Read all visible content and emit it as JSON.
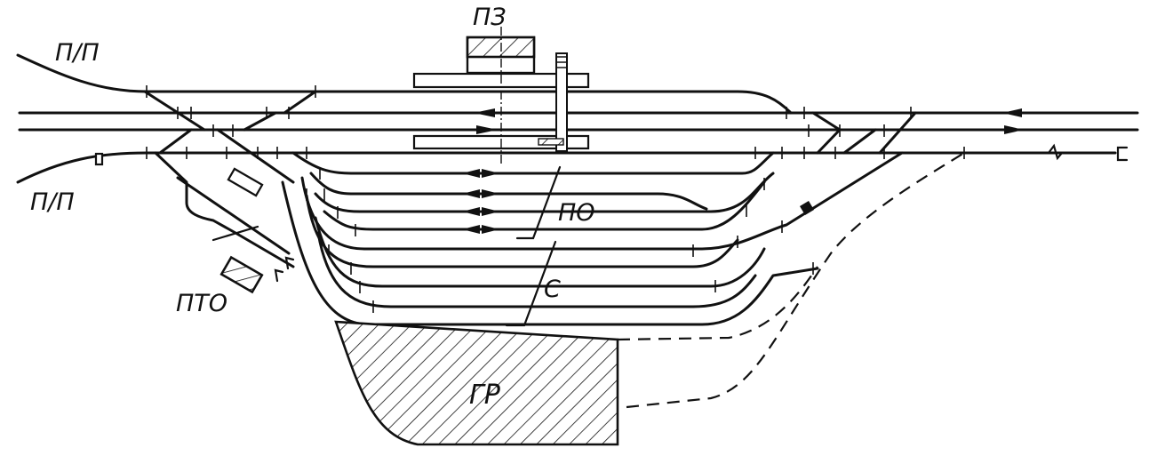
{
  "labels": {
    "pp_top": "П/П",
    "pp_bottom": "П/П",
    "pz": "ПЗ",
    "po": "ПО",
    "s": "С",
    "pto": "ПТО",
    "gr": "ГР"
  }
}
